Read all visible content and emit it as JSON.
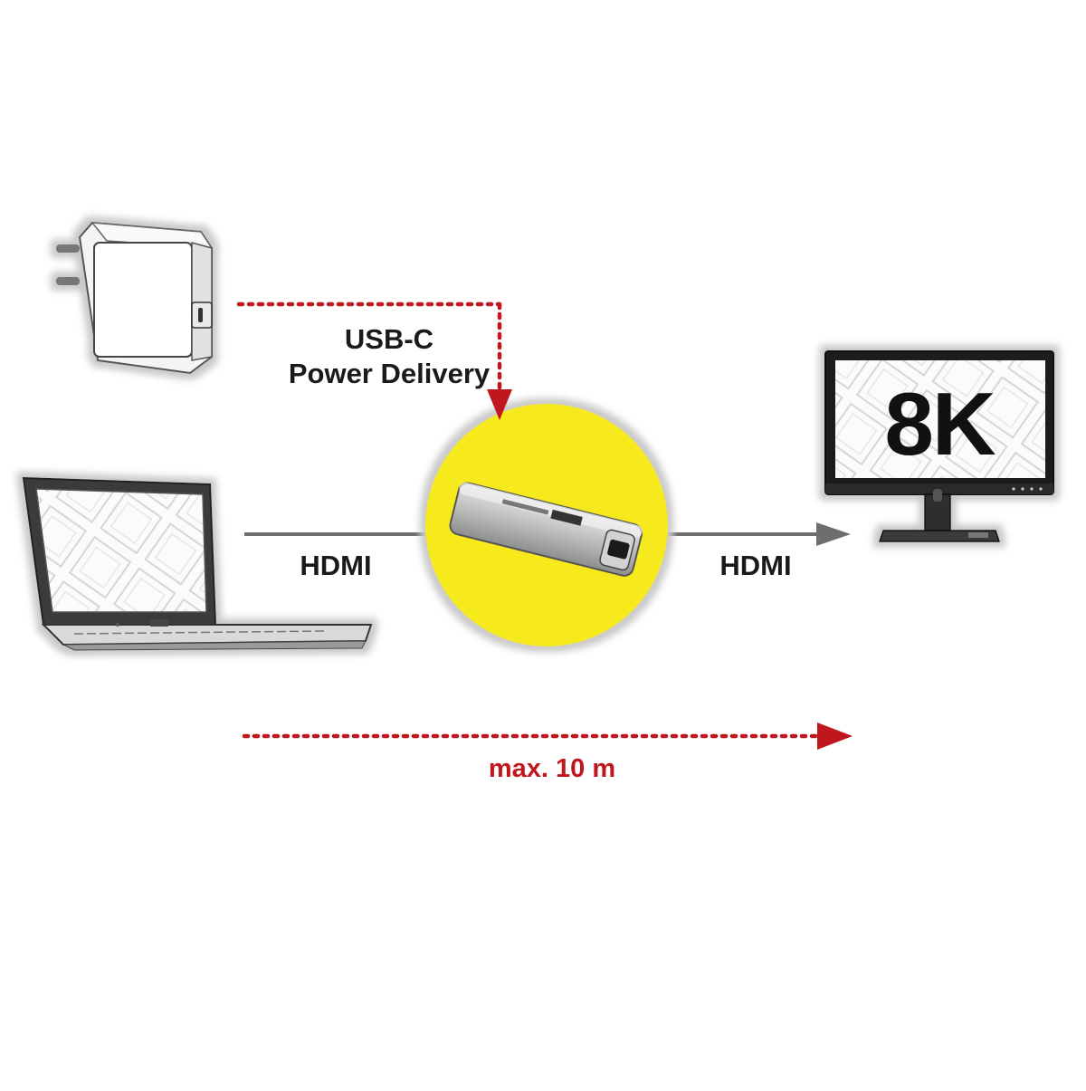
{
  "labels": {
    "usb_line1": "USB-C",
    "usb_line2": "Power Delivery",
    "hdmi_left": "HDMI",
    "hdmi_right": "HDMI",
    "distance": "max. 10 m",
    "resolution": "8K"
  },
  "colors": {
    "highlight_circle": "#f7ea1e",
    "dotted_arrow": "#c0161d",
    "cable_line": "#6e6e6e",
    "text": "#1a1a1a"
  },
  "icons": {
    "charger": "usb-c-power-adapter-icon",
    "laptop": "laptop-icon",
    "adapter": "hdmi-repeater-icon",
    "monitor": "monitor-icon"
  }
}
